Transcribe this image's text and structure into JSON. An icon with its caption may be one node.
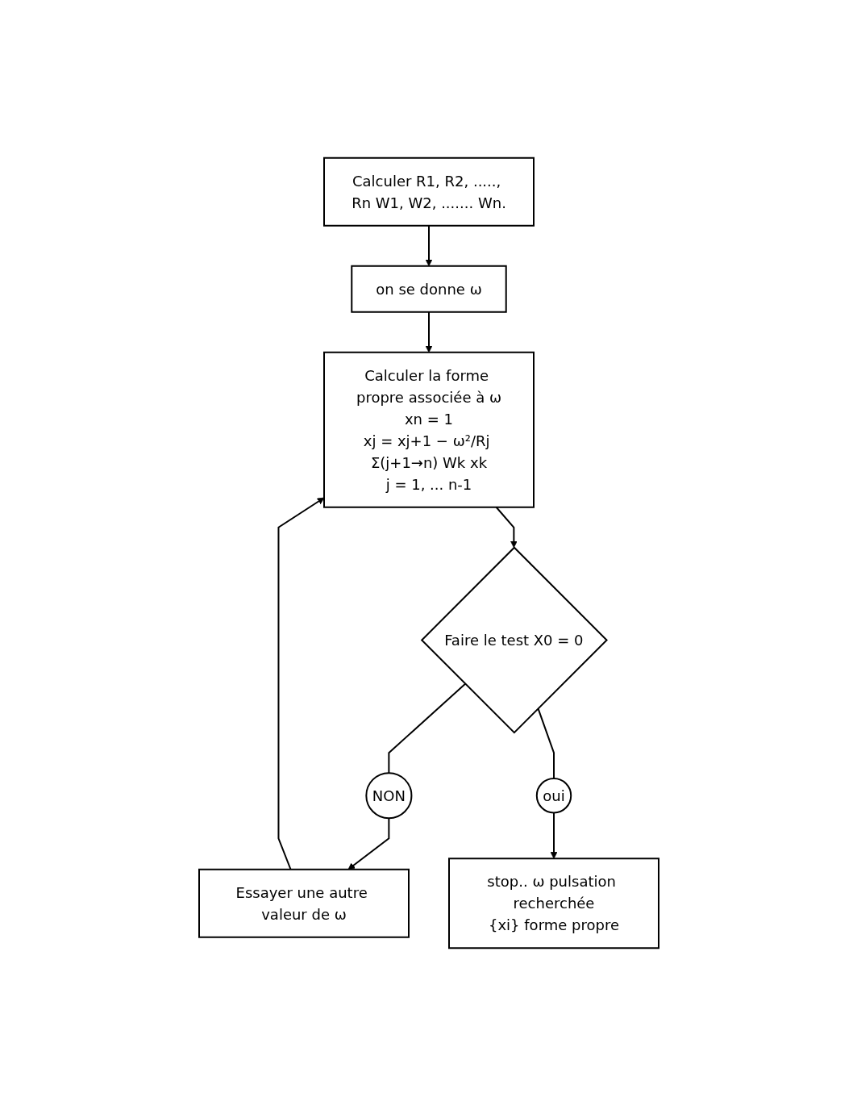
{
  "diagram": {
    "nodes": [
      {
        "text": [
          "Calculer R1, R2, ....., Rn W1, W2, ....... Wn."
        ]
      },
      {
        "text": [
          "on se donne ω"
        ]
      },
      {
        "text": [
          "Calculer la forme propre associée à ω",
          "xn = 1",
          "xj = xj+1 − ω²/Rj Σ(j+1→n) Wk xk",
          "j = 1, ... n-1"
        ]
      },
      {
        "text": [
          "Faire le test X0 = 0"
        ]
      },
      {
        "text": [
          "NON"
        ]
      },
      {
        "text": [
          "Essayer une autre valeur de ω"
        ]
      },
      {
        "text": [
          "oui"
        ]
      },
      {
        "text": [
          "stop.. ω pulsation recherchée",
          "{xi} forme propre"
        ]
      }
    ],
    "edges": [
      {
        "from": 0,
        "to": 1,
        "arrow": "to"
      },
      {
        "from": 1,
        "to": 2,
        "arrow": "to"
      },
      {
        "from": 2,
        "to": 3,
        "arrow": "to"
      },
      {
        "from": 3,
        "to": 4,
        "arrow": "none"
      },
      {
        "from": 4,
        "to": 5,
        "arrow": "to"
      },
      {
        "from": 5,
        "to": 2,
        "arrow": "to"
      },
      {
        "from": 3,
        "to": 6,
        "arrow": "none"
      },
      {
        "from": 6,
        "to": 7,
        "arrow": "to"
      }
    ]
  }
}
